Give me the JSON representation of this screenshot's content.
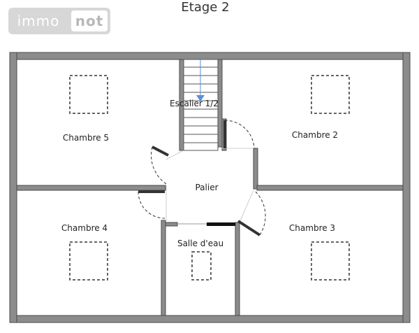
{
  "header": {
    "title": "Etage 2"
  },
  "logo": {
    "left_text": "immo",
    "right_text": "not"
  },
  "colors": {
    "wall": "#8c8c8c",
    "wall_border": "#4a4a4a",
    "stair_arrow": "#5b8ed8",
    "accent_wall": "#111111"
  },
  "rooms": {
    "chambre_5": "Chambre 5",
    "chambre_2": "Chambre 2",
    "chambre_4": "Chambre 4",
    "chambre_3": "Chambre 3",
    "palier": "Palier",
    "salle_deau": "Salle d'eau",
    "escalier": "Escalier 1/2"
  }
}
